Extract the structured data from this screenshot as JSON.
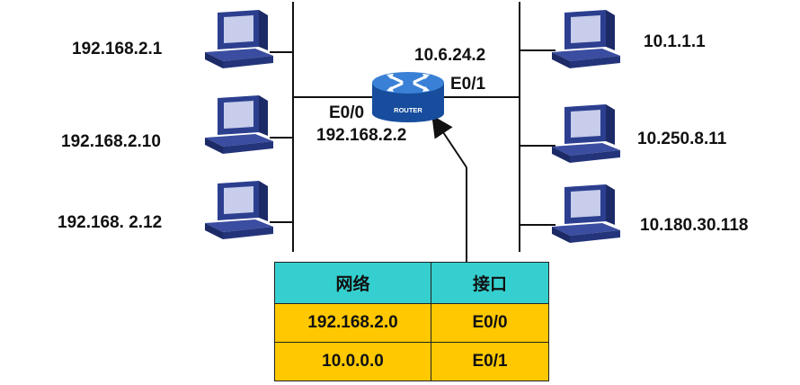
{
  "left_hosts": [
    "192.168.2.1",
    "192.168.2.10",
    "192.168. 2.12"
  ],
  "right_hosts": [
    "10.1.1.1",
    "10.250.8.11",
    "10.180.30.118"
  ],
  "router": {
    "label": "ROUTER",
    "e0_interface": "E0/0",
    "e0_ip": "192.168.2.2",
    "e1_interface": "E0/1",
    "e1_ip": "10.6.24.2"
  },
  "routing_table": {
    "headers": [
      "网络",
      "接口"
    ],
    "rows": [
      [
        "192.168.2.0",
        "E0/0"
      ],
      [
        "10.0.0.0",
        "E0/1"
      ]
    ]
  },
  "colors": {
    "header_fill": "#36cfcf",
    "row_fill": "#ffc800",
    "router_blue": "#1f5fb8",
    "pc_blue": "#2c3f8f"
  }
}
